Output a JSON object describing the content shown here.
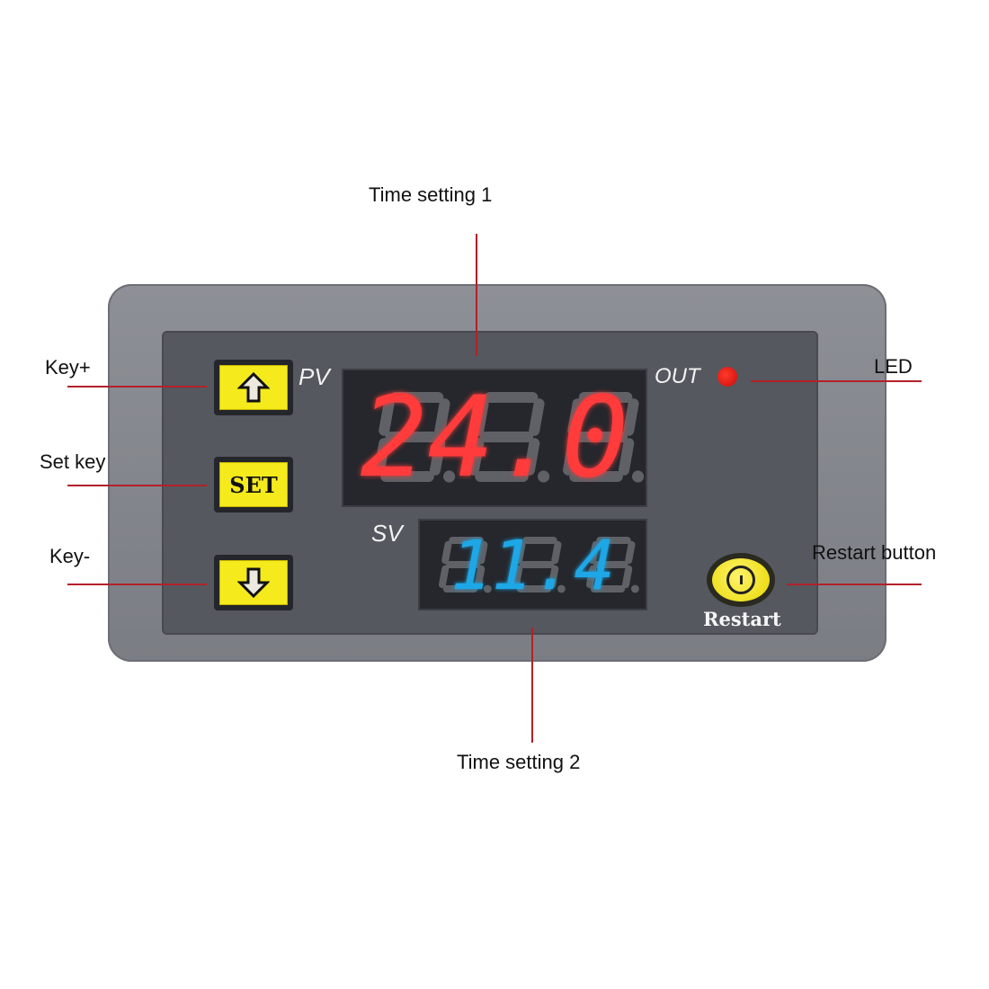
{
  "annotations": {
    "time_setting_1": "Time setting 1",
    "time_setting_2": "Time setting 2",
    "key_plus": "Key+",
    "set_key": "Set key",
    "key_minus": "Key-",
    "led": "LED",
    "restart_button": "Restart button"
  },
  "device": {
    "pv_label": "PV",
    "sv_label": "SV",
    "out_label": "OUT",
    "set_button": "SET",
    "restart_label": "Restart",
    "up_icon": "arrow-up-icon",
    "down_icon": "arrow-down-icon",
    "pv_display": {
      "value": "24.0",
      "color": "#ff3b3b"
    },
    "sv_display": {
      "value": "11.4",
      "color": "#1ea7e6"
    },
    "led_color": "#e01010",
    "key_color": "#f4ea1c",
    "leader_line_color": "#b3202a"
  }
}
